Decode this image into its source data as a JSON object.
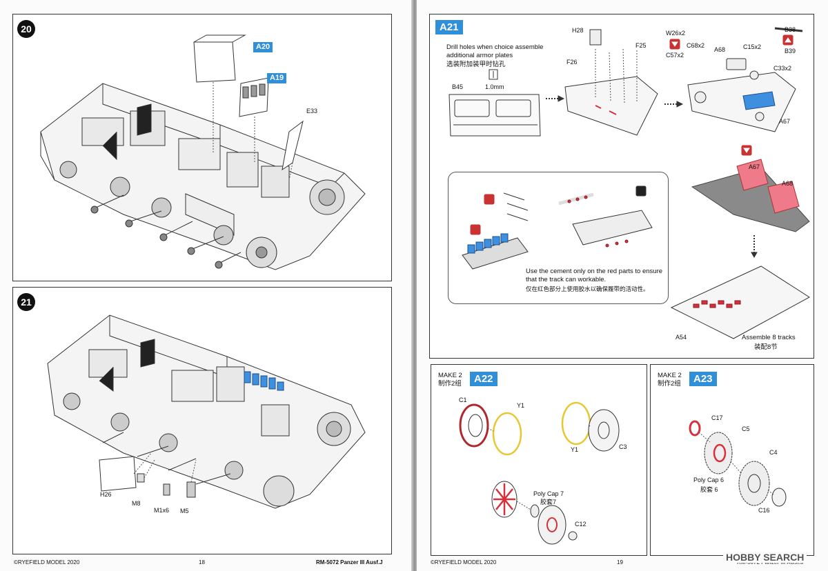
{
  "left_page": {
    "step20": {
      "number": "20",
      "callouts": {
        "a20": "A20",
        "a19": "A19"
      },
      "labels": {
        "e33": "E33"
      }
    },
    "step21": {
      "number": "21",
      "labels": {
        "h26": "H26",
        "m8": "M8",
        "m1x6": "M1x6",
        "m5": "M5"
      }
    },
    "footer": {
      "copyright": "©RYEFIELD MODEL 2020",
      "page_number": "18",
      "product": "RM-5072 Panzer III Ausf.J"
    }
  },
  "right_page": {
    "a21": {
      "tag": "A21",
      "drill_note_en": "Drill holes when choice assemble additional armor plates",
      "drill_note_cn": "选装附加装甲时钻孔",
      "drill_size": "1.0mm",
      "labels": {
        "b45": "B45",
        "h28": "H28",
        "f25": "F25",
        "f26": "F26",
        "w26x2": "W26x2",
        "c57x2": "C57x2",
        "c68x2": "C68x2",
        "a68": "A68",
        "c15x2": "C15x2",
        "b38": "B38",
        "b39": "B39",
        "c33x2": "C33x2",
        "a67": "A67",
        "a67_2": "A67",
        "a68_2": "A68",
        "a54": "A54"
      },
      "cement_note_en": "Use the cement only on the red parts to ensure that the track can workable.",
      "cement_note_cn": "仅在红色部分上使用胶水以确保履带的活动性。",
      "assemble_en": "Assemble 8 tracks",
      "assemble_cn": "装配8节"
    },
    "a22": {
      "make_en": "MAKE 2",
      "make_cn": "制作2组",
      "tag": "A22",
      "labels": {
        "c1": "C1",
        "y1": "Y1",
        "y1_2": "Y1",
        "c3": "C3",
        "polycap": "Poly Cap 7",
        "polycap_cn": "胶套7",
        "c12": "C12"
      }
    },
    "a23": {
      "make_en": "MAKE 2",
      "make_cn": "制作2组",
      "tag": "A23",
      "labels": {
        "c17": "C17",
        "c5": "C5",
        "c4": "C4",
        "polycap": "Poly Cap 6",
        "polycap_cn": "胶套 6",
        "c16": "C16"
      }
    },
    "footer": {
      "copyright": "©RYEFIELD MODEL 2020",
      "page_number": "19",
      "product": "RM-5072 Panzer III Ausf.J"
    },
    "watermark": "HOBBY SEARCH"
  },
  "colors": {
    "tag_blue": "#2f8fd8",
    "part_blue": "#3f8fe0",
    "part_red": "#d7303a",
    "part_pink": "#ef7a8a",
    "ring_yellow": "#e8c832"
  }
}
